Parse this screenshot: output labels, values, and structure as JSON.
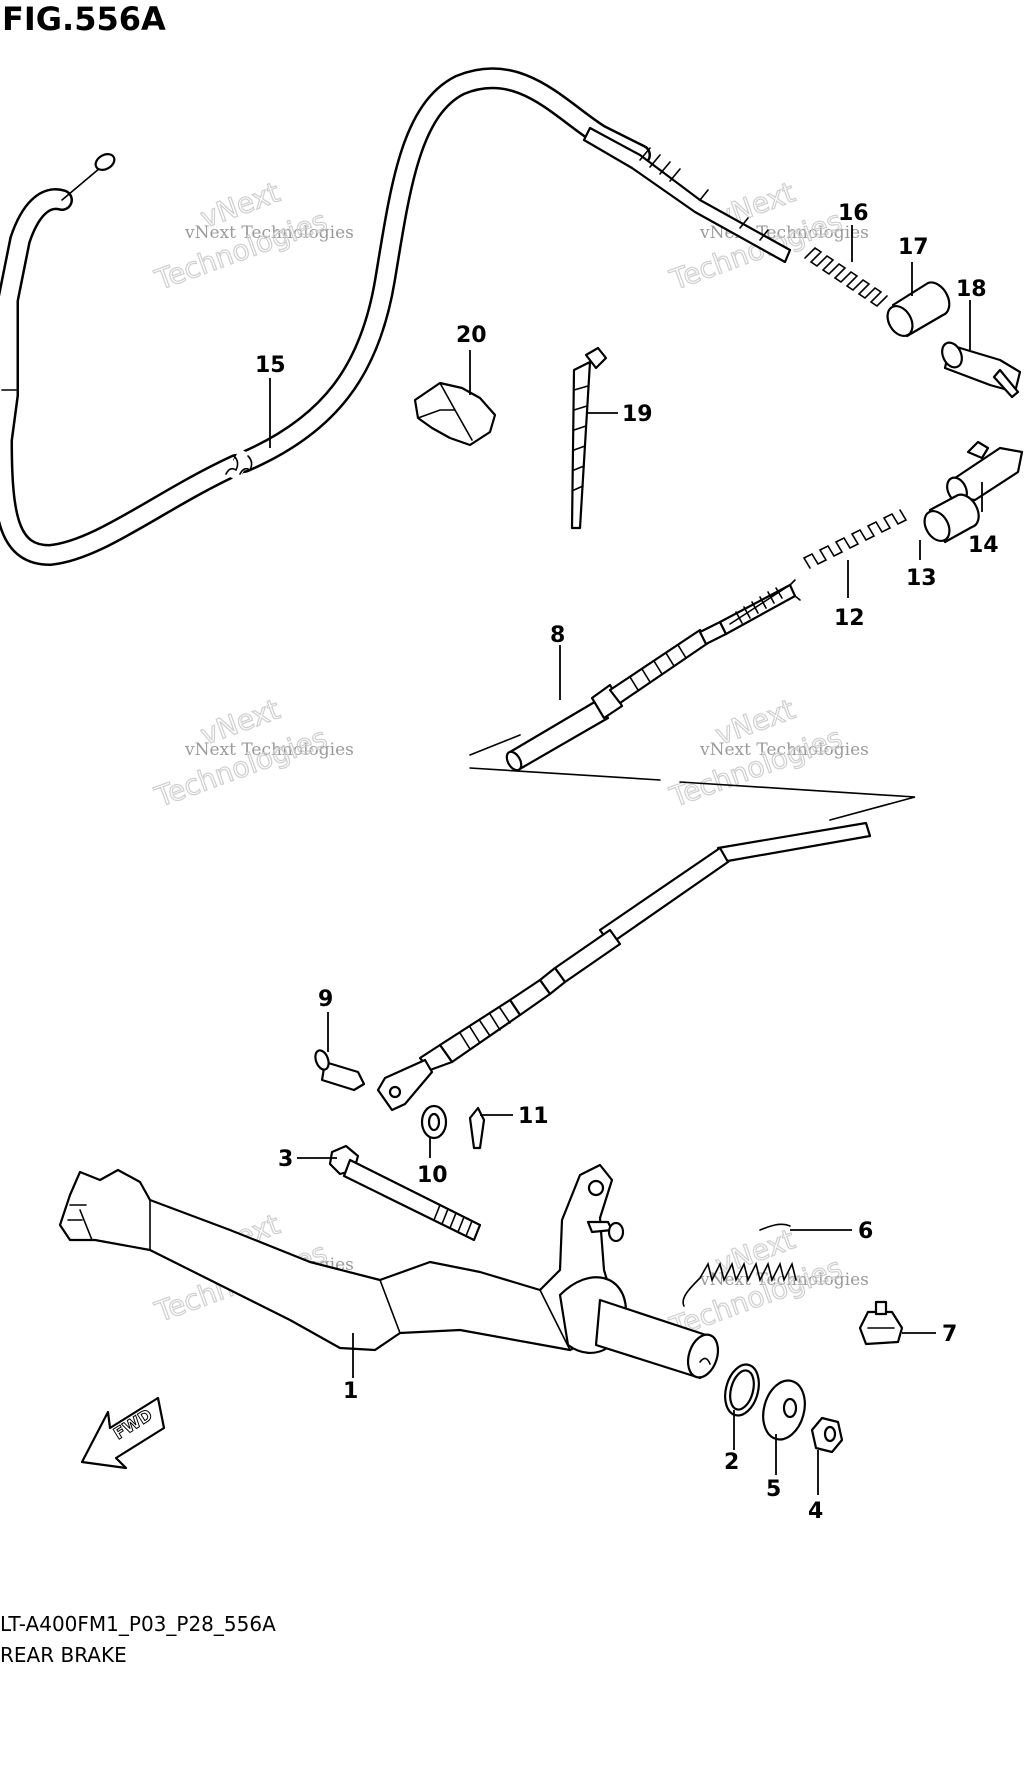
{
  "figure": {
    "title": "FIG.556A",
    "reference_code": "LT-A400FM1_P03_P28_556A",
    "caption": "REAR BRAKE"
  },
  "callouts": [
    "1",
    "2",
    "3",
    "4",
    "5",
    "6",
    "7",
    "8",
    "9",
    "10",
    "11",
    "12",
    "13",
    "14",
    "15",
    "16",
    "17",
    "18",
    "19",
    "20"
  ],
  "watermark": {
    "line1": "vNext Technologies",
    "line2a": "vNext",
    "line2b": "Technologies"
  },
  "direction_arrow": {
    "label": "FWD",
    "icon": "fwd-arrow-icon"
  }
}
